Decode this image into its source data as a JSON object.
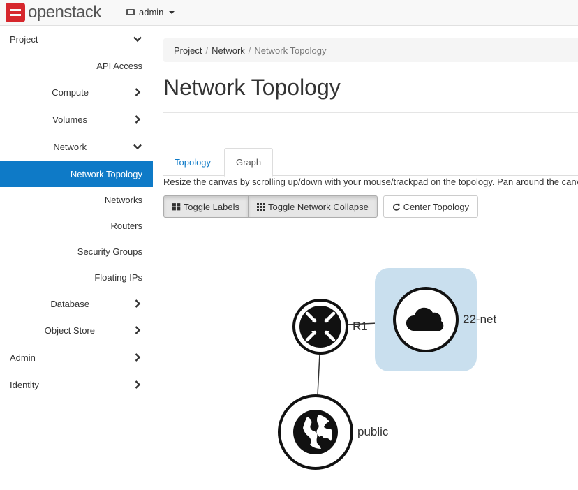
{
  "brand": {
    "name": "openstack"
  },
  "header": {
    "user_menu_label": "admin"
  },
  "sidebar": {
    "items": [
      {
        "label": "Project"
      },
      {
        "label": "API Access"
      },
      {
        "label": "Compute"
      },
      {
        "label": "Volumes"
      },
      {
        "label": "Network"
      },
      {
        "label": "Network Topology"
      },
      {
        "label": "Networks"
      },
      {
        "label": "Routers"
      },
      {
        "label": "Security Groups"
      },
      {
        "label": "Floating IPs"
      },
      {
        "label": "Database"
      },
      {
        "label": "Object Store"
      },
      {
        "label": "Admin"
      },
      {
        "label": "Identity"
      }
    ]
  },
  "breadcrumb": {
    "items": [
      "Project",
      "Network",
      "Network Topology"
    ]
  },
  "page": {
    "title": "Network Topology"
  },
  "tabs": [
    {
      "label": "Topology"
    },
    {
      "label": "Graph"
    }
  ],
  "hint_text": "Resize the canvas by scrolling up/down with your mouse/trackpad on the topology. Pan around the canvas by clicking and dragging the space behind the topology.",
  "buttons": {
    "toggle_labels": "Toggle Labels",
    "toggle_network_collapse": "Toggle Network Collapse",
    "center_topology": "Center Topology"
  },
  "topology": {
    "router": {
      "label": "R1",
      "icon": "router-icon"
    },
    "network": {
      "label": "22-net",
      "icon": "cloud-icon"
    },
    "external": {
      "label": "public",
      "icon": "globe-icon"
    }
  },
  "colors": {
    "accent": "#0e7ac7",
    "network_bg": "#c9dfee"
  }
}
